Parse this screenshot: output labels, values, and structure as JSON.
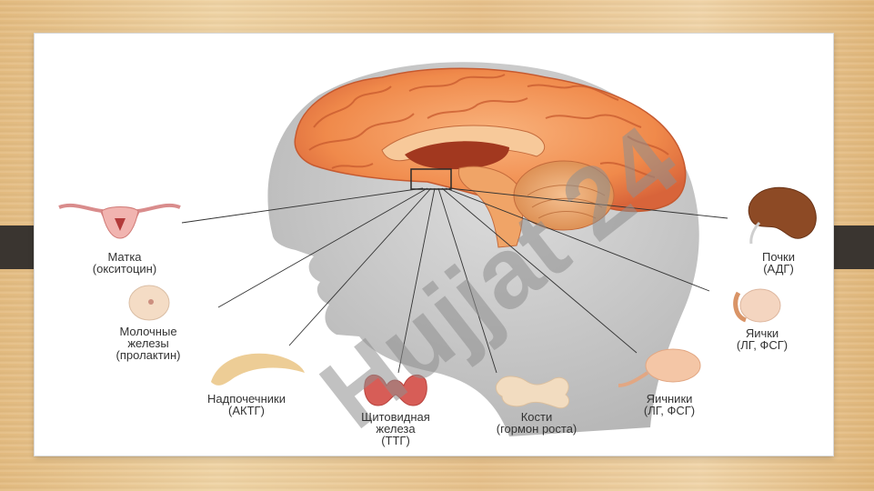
{
  "labels": {
    "uterus": [
      "Матка",
      "(окситоцин)"
    ],
    "kidney": [
      "Почки",
      "(АДГ)"
    ],
    "mammary": [
      "Молочные",
      "железы",
      "(пролактин)"
    ],
    "testes": [
      "Яички",
      "(ЛГ, ФСГ)"
    ],
    "adrenal": [
      "Надпочечники",
      "(АКТГ)"
    ],
    "thyroid": [
      "Щитовидная",
      "железа",
      "(ТТГ)"
    ],
    "bones": [
      "Кости",
      "(гормон роста)"
    ],
    "ovaries": [
      "Яичники",
      "(ЛГ, ФСГ)"
    ]
  },
  "watermark": "Hujjat 24",
  "colors": {
    "brain": "#f08a4b",
    "head_shadow": "#b9b9b9",
    "watermark_purple": "#b58de0",
    "watermark_gray": "#8f8f8f"
  }
}
